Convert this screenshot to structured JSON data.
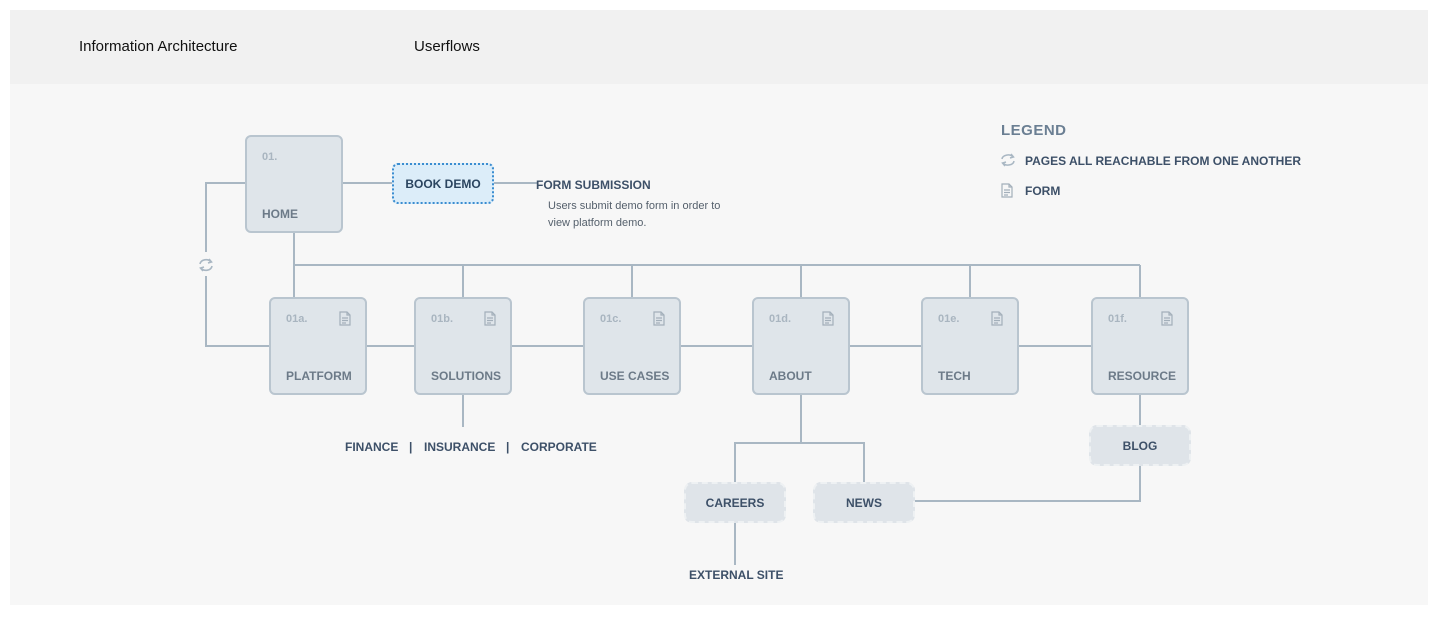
{
  "tabs": {
    "information_architecture": "Information Architecture",
    "userflows": "Userflows"
  },
  "legend": {
    "title": "LEGEND",
    "reachable": "PAGES ALL REACHABLE FROM ONE ANOTHER",
    "form": "FORM"
  },
  "home": {
    "number": "01.",
    "label": "HOME"
  },
  "book_demo": "BOOK DEMO",
  "form_submission": {
    "title": "FORM SUBMISSION",
    "line1": "Users submit demo form in order to",
    "line2": "view platform demo."
  },
  "pages": [
    {
      "number": "01a.",
      "label": "PLATFORM"
    },
    {
      "number": "01b.",
      "label": "SOLUTIONS"
    },
    {
      "number": "01c.",
      "label": "USE CASES"
    },
    {
      "number": "01d.",
      "label": "ABOUT"
    },
    {
      "number": "01e.",
      "label": "TECH"
    },
    {
      "number": "01f.",
      "label": "RESOURCE"
    }
  ],
  "solutions_sub": {
    "finance": "FINANCE",
    "sep1": "|",
    "insurance": "INSURANCE",
    "sep2": "|",
    "corporate": "CORPORATE"
  },
  "careers": "CAREERS",
  "news": "NEWS",
  "blog": "BLOG",
  "external_site": "EXTERNAL SITE",
  "colors": {
    "line": "#a9b7c3",
    "node_fill": "#dfe5ea",
    "node_border": "#b9c5cf",
    "demo_border": "#3b8dd0",
    "text": "#3d5068"
  }
}
